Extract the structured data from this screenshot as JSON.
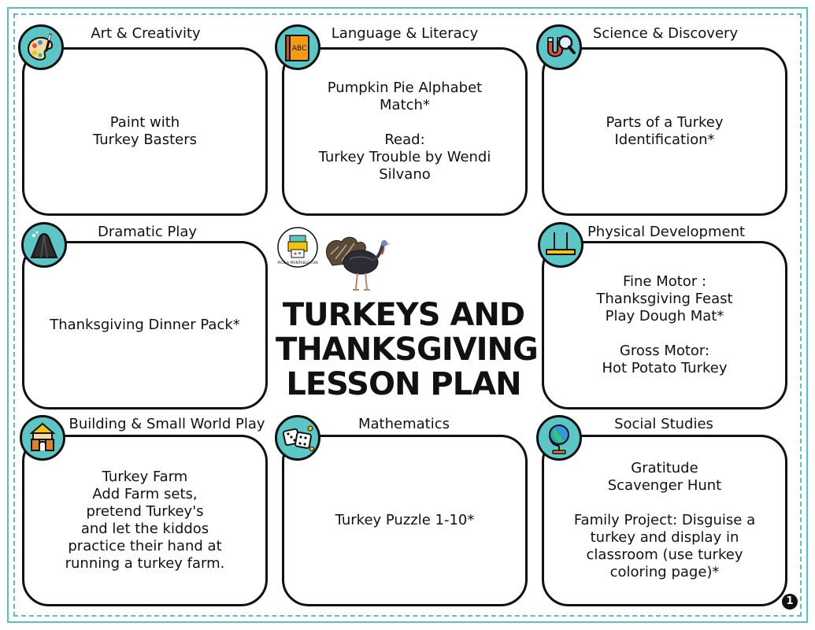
{
  "page_title": [
    "TURKEYS AND",
    "THANKSGIVING",
    "LESSON PLAN"
  ],
  "page_number": "1",
  "logo_text": "PICK A PRINTABLE FUN",
  "colors": {
    "accent": "#5cc6c6",
    "border": "#111111"
  },
  "sections": [
    {
      "title": "Art & Creativity",
      "icon": "palette-icon",
      "paragraphs": [
        [
          "Paint with",
          "Turkey Basters"
        ]
      ]
    },
    {
      "title": "Language & Literacy",
      "icon": "abc-book-icon",
      "paragraphs": [
        [
          "Pumpkin Pie Alphabet",
          "Match*"
        ],
        [
          "Read:",
          "Turkey Trouble by Wendi",
          "Silvano"
        ]
      ]
    },
    {
      "title": "Science & Discovery",
      "icon": "magnet-magnifier-icon",
      "paragraphs": [
        [
          "Parts of a Turkey",
          "Identification*"
        ]
      ]
    },
    {
      "title": "Dramatic Play",
      "icon": "theater-cape-icon",
      "paragraphs": [
        [
          "Thanksgiving Dinner Pack*"
        ]
      ]
    },
    {
      "title": "Physical Development",
      "icon": "balance-beam-icon",
      "paragraphs": [
        [
          "Fine Motor :",
          "Thanksgiving Feast",
          "Play Dough Mat*"
        ],
        [
          "Gross Motor:",
          "Hot Potato Turkey"
        ]
      ]
    },
    {
      "title": "Building & Small World Play",
      "icon": "building-blocks-icon",
      "paragraphs": [
        [
          "Turkey Farm",
          "Add Farm sets,",
          "pretend Turkey's",
          "and let the kiddos",
          "practice their hand at",
          "running a turkey farm."
        ]
      ]
    },
    {
      "title": "Mathematics",
      "icon": "dice-icon",
      "paragraphs": [
        [
          "Turkey Puzzle 1-10*"
        ]
      ]
    },
    {
      "title": "Social Studies",
      "icon": "globe-icon",
      "paragraphs": [
        [
          "Gratitude",
          "Scavenger Hunt"
        ],
        [
          "Family Project: Disguise a",
          "turkey and display in",
          "classroom (use turkey",
          "coloring page)*"
        ]
      ]
    }
  ]
}
